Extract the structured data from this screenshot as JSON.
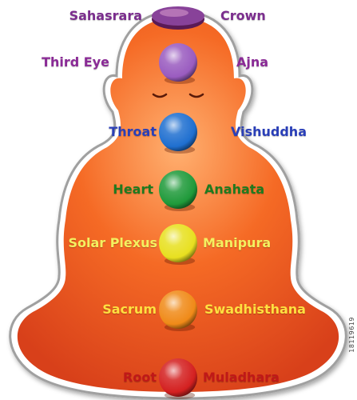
{
  "chakras": [
    {
      "left_label": "Sahasrara",
      "right_label": "Crown",
      "color": "#7b2d8e",
      "label_color": "#7b2d8e"
    },
    {
      "left_label": "Third Eye",
      "right_label": "Ajna",
      "color": "#9a5cc0",
      "label_color": "#8a2a96"
    },
    {
      "left_label": "Throat",
      "right_label": "Vishuddha",
      "color": "#1f6fd0",
      "label_color": "#2a3fb8"
    },
    {
      "left_label": "Heart",
      "right_label": "Anahata",
      "color": "#1f9a3a",
      "label_color": "#1f7a1f"
    },
    {
      "left_label": "Solar Plexus",
      "right_label": "Manipura",
      "color": "#e8e020",
      "label_color": "#f4f060"
    },
    {
      "left_label": "Sacrum",
      "right_label": "Swadhisthana",
      "color": "#f08a18",
      "label_color": "#ffe040"
    },
    {
      "left_label": "Root",
      "right_label": "Muladhara",
      "color": "#d42020",
      "label_color": "#c01818"
    }
  ],
  "figure": {
    "body_color": "#f05a1e",
    "outline_color": "#b0b0b0"
  },
  "watermark": "18119619"
}
